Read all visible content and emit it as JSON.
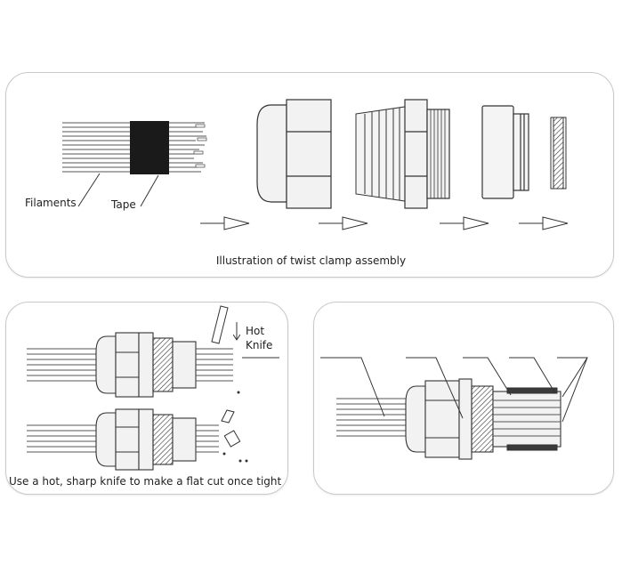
{
  "labels": {
    "filaments": "Filaments",
    "tape": "Tape",
    "caption_top": "Illustration of twist clamp assembly",
    "hot": "Hot",
    "knife": "Knife",
    "caption_bottom_left": "Use a hot, sharp knife to make a flat cut once tight"
  },
  "colors": {
    "line": "#333333",
    "tape": "#1a1a1a",
    "gland_fill": "#f2f2f2",
    "panel_border": "#c9c9c9",
    "dark_part": "#3a3a3a"
  }
}
